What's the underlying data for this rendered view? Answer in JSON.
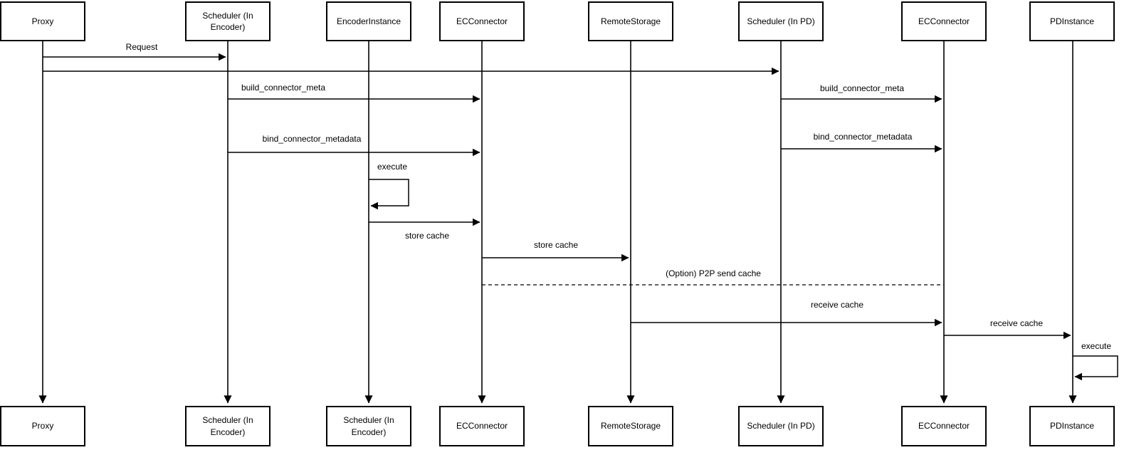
{
  "diagram": {
    "type": "sequence-diagram",
    "background_color": "#ffffff",
    "stroke_color": "#000000",
    "actors": [
      {
        "id": "proxy",
        "label": "Proxy"
      },
      {
        "id": "scheduler-encoder",
        "label": "Scheduler (In Encoder)"
      },
      {
        "id": "encoder-instance",
        "label": "EncoderInstance"
      },
      {
        "id": "ec-connector",
        "label": "ECConnector"
      },
      {
        "id": "remote-storage",
        "label": "RemoteStorage"
      },
      {
        "id": "scheduler-pd",
        "label": "Scheduler (In PD)"
      },
      {
        "id": "ec-connector-pd",
        "label": "ECConnector"
      },
      {
        "id": "pd-instance",
        "label": "PDInstance"
      }
    ],
    "bottom_actors": [
      "Proxy",
      "Scheduler (In Encoder)",
      "Scheduler (In Encoder)",
      "ECConnector",
      "RemoteStorage",
      "Scheduler (In PD)",
      "ECConnector",
      "PDInstance"
    ],
    "messages": [
      {
        "label": "Request",
        "from": "proxy",
        "to": "scheduler-encoder",
        "style": "solid-arrow"
      },
      {
        "label": "",
        "from": "proxy",
        "to": "scheduler-pd",
        "style": "solid-arrow"
      },
      {
        "label": "build_connector_meta",
        "from": "scheduler-encoder",
        "to": "ec-connector",
        "style": "solid-arrow"
      },
      {
        "label": "bind_connector_metadata",
        "from": "scheduler-encoder",
        "to": "ec-connector",
        "style": "solid-arrow"
      },
      {
        "label": "execute",
        "from": "encoder-instance",
        "to": "encoder-instance",
        "style": "self-loop"
      },
      {
        "label": "store cache",
        "from": "encoder-instance",
        "to": "ec-connector",
        "style": "solid-arrow",
        "label_position": "below"
      },
      {
        "label": "store cache",
        "from": "ec-connector",
        "to": "remote-storage",
        "style": "solid-arrow"
      },
      {
        "label": "(Option) P2P send cache",
        "from": "ec-connector",
        "to": "ec-connector-pd",
        "style": "dashed-line"
      },
      {
        "label": "build_connector_meta",
        "from": "scheduler-pd",
        "to": "ec-connector-pd",
        "style": "solid-arrow"
      },
      {
        "label": "bind_connector_metadata",
        "from": "scheduler-pd",
        "to": "ec-connector-pd",
        "style": "solid-arrow"
      },
      {
        "label": "receive cache",
        "from": "remote-storage",
        "to": "ec-connector-pd",
        "style": "solid-arrow"
      },
      {
        "label": "receive cache",
        "from": "ec-connector-pd",
        "to": "pd-instance",
        "style": "solid-arrow"
      },
      {
        "label": "execute",
        "from": "pd-instance",
        "to": "pd-instance",
        "style": "self-loop"
      }
    ]
  }
}
